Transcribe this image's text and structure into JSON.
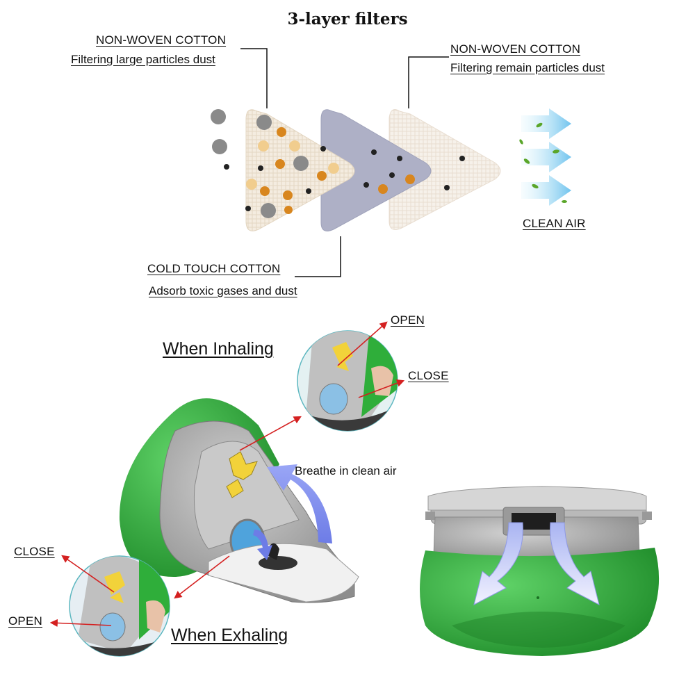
{
  "title": "3-layer filters",
  "filters": {
    "layer1": {
      "name": "NON-WOVEN COTTON",
      "desc": "Filtering large particles dust"
    },
    "layer2": {
      "name": "COLD TOUCH COTTON",
      "desc": "Adsorb toxic gases and dust"
    },
    "layer3": {
      "name": "NON-WOVEN COTTON",
      "desc": "Filtering remain particles dust"
    },
    "result": "CLEAN AIR"
  },
  "valves": {
    "inhaling": "When Inhaling",
    "exhaling": "When Exhaling",
    "breathe": "Breathe in clean air",
    "inhale_open": "OPEN",
    "inhale_close": "CLOSE",
    "exhale_close": "CLOSE",
    "exhale_open": "OPEN"
  },
  "colors": {
    "mask_green": "#2fae3a",
    "mask_gray": "#a7a7a7",
    "arrow_blue": "#7f8ff0",
    "pointer_red": "#d42020",
    "valve_yellow": "#f2d23a"
  }
}
